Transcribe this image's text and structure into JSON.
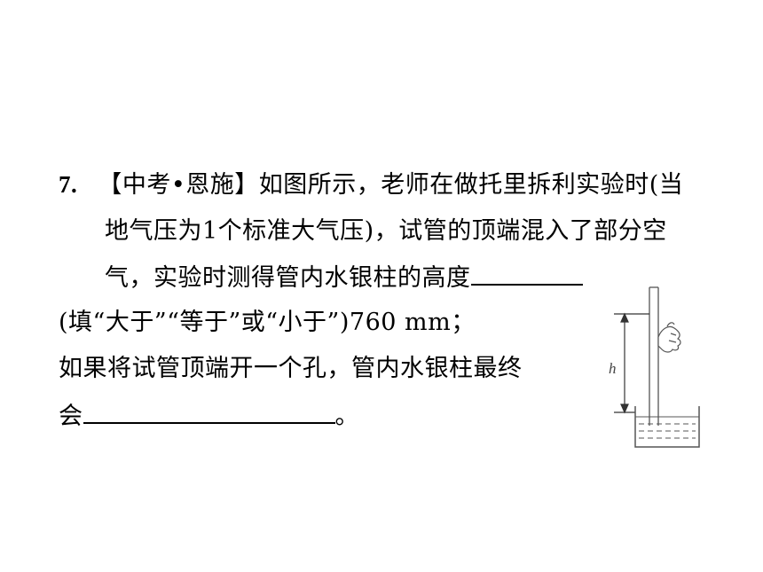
{
  "question": {
    "number": "7.",
    "line1": "【中考•恩施】如图所示，老师在做托里拆利实验时(当",
    "line2": "地气压为1个标准大气压)，试管的顶端混入了部分空",
    "line3": "气，实验时测得管内水银柱的高度",
    "line4": "(填“大于”“等于”或“小于”)760 mm；",
    "line5": "如果将试管顶端开一个孔，管内水银柱最终",
    "line6_prefix": "会",
    "line6_suffix": "。"
  },
  "figure": {
    "label_h": "h"
  }
}
